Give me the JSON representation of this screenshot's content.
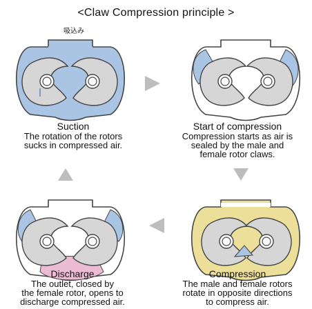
{
  "title": "<Claw Compression principle >",
  "inlet_label": "吸込み",
  "colors": {
    "air_blue": "#aac4e4",
    "air_yellow": "#ecdf9a",
    "air_pink": "#ecbcd2",
    "rotor_gray": "#d6d6d6",
    "outline": "#444444",
    "arrow_gray": "#bdbdbd",
    "flow_blue": "#5b86c4"
  },
  "stages": [
    {
      "name": "Suction",
      "line1": "The rotation of the rotors",
      "line2": "sucks in compressed air."
    },
    {
      "name": "Start of compression",
      "line1": "Compression starts as air is",
      "line2": "sealed by the male and",
      "line3": "female rotor claws."
    },
    {
      "name": "Compression",
      "line1": "The male and female rotors",
      "line2": "rotate in opposite directions",
      "line3": "to compress air."
    },
    {
      "name": "Discharge",
      "line1": "The outlet, closed by",
      "line2": "the female rotor, opens to",
      "line3": "discharge compressed air."
    }
  ]
}
